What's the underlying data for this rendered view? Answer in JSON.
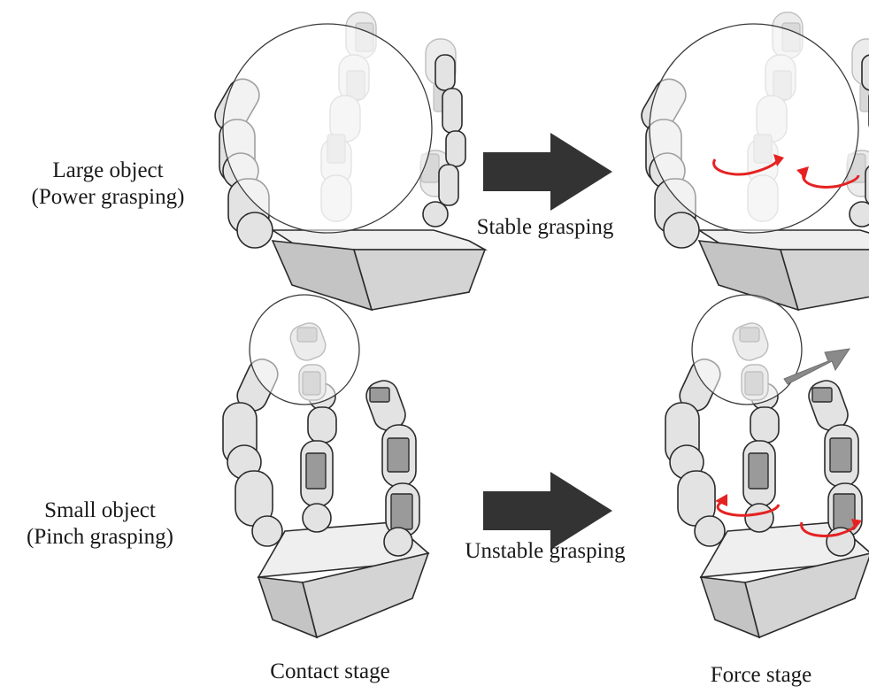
{
  "rows": [
    {
      "label_line1": "Large object",
      "label_line2": "(Power grasping)",
      "transition": "Stable grasping"
    },
    {
      "label_line1": "Small object",
      "label_line2": "(Pinch grasping)",
      "transition": "Unstable grasping"
    }
  ],
  "columns": {
    "left_stage": "Contact stage",
    "right_stage": "Force stage"
  },
  "colors": {
    "arrow": "#333333",
    "rotation": "#e52222",
    "slip_arrow": "#8a8a8a"
  }
}
